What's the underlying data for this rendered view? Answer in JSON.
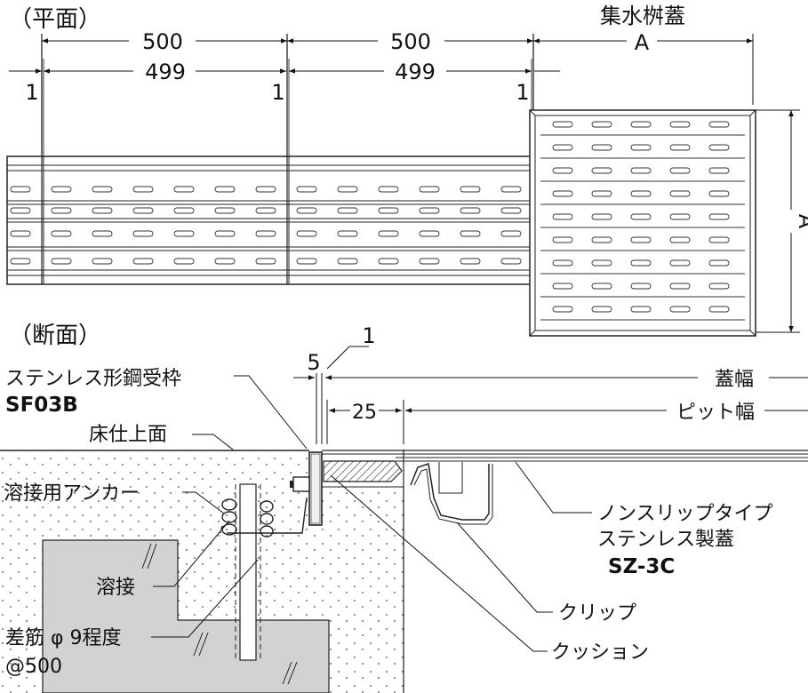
{
  "plan": {
    "title": "（平面）",
    "dim_500_left": "500",
    "dim_500_right": "500",
    "dim_499_left": "499",
    "dim_499_right": "499",
    "dim_1_a": "1",
    "dim_1_b": "1",
    "dim_1_c": "1",
    "catch_basin_label": "集水桝蓋",
    "dim_a_top": "A",
    "dim_a_side": "A"
  },
  "section": {
    "title": "（断面）",
    "dim_1": "1",
    "dim_5": "5",
    "frame_label": "ステンレス形鋼受枠",
    "frame_model": "SF03B",
    "floor_label": "床仕上面",
    "lid_width_label": "蓋幅",
    "dim_25": "25",
    "pit_width_label": "ピット幅",
    "anchor_label": "溶接用アンカー",
    "weld_label": "溶接",
    "rebar_label": "差筋 φ 9程度",
    "rebar_pitch": "@500",
    "cover_label_1": "ノンスリップタイプ",
    "cover_label_2": "ステンレス製蓋",
    "cover_model": "SZ-3C",
    "clip_label": "クリップ",
    "cushion_label": "クッション"
  }
}
